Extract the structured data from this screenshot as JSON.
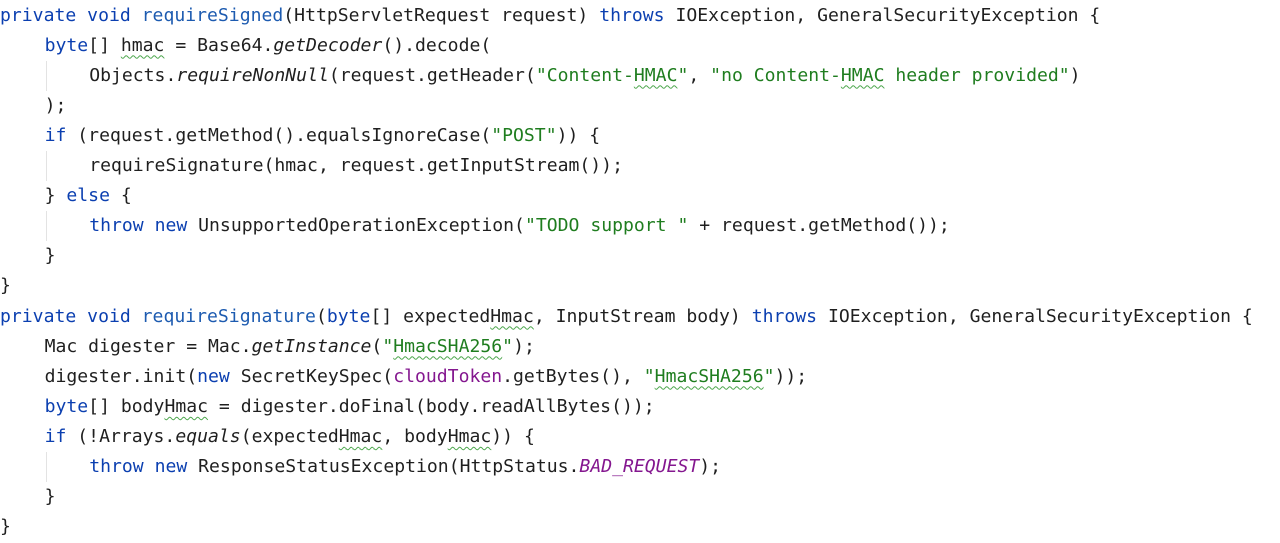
{
  "editor": {
    "language": "java",
    "colors": {
      "keyword": "#0b3fb0",
      "method_declaration": "#1d5bb0",
      "string": "#1f7d1f",
      "field": "#84178f",
      "text": "#1f1f1f",
      "background": "#ffffff",
      "typo_underline": "#4ca64c"
    },
    "lines": [
      {
        "indent": 0,
        "tokens": [
          {
            "t": "private",
            "c": "kw"
          },
          {
            "t": " "
          },
          {
            "t": "void",
            "c": "kw"
          },
          {
            "t": " "
          },
          {
            "t": "requireSigned",
            "c": "decl"
          },
          {
            "t": "(HttpServletRequest request) "
          },
          {
            "t": "throws",
            "c": "kw"
          },
          {
            "t": " IOException, GeneralSecurityException {"
          }
        ]
      },
      {
        "indent": 1,
        "tokens": [
          {
            "t": "byte",
            "c": "kw"
          },
          {
            "t": "[] "
          },
          {
            "t": "hmac",
            "typo": true
          },
          {
            "t": " = Base64."
          },
          {
            "t": "getDecoder",
            "c": "static"
          },
          {
            "t": "().decode("
          }
        ]
      },
      {
        "indent": 2,
        "tokens": [
          {
            "t": "Objects."
          },
          {
            "t": "requireNonNull",
            "c": "static"
          },
          {
            "t": "(request.getHeader("
          },
          {
            "t": "\"Content-",
            "c": "str"
          },
          {
            "t": "HMAC",
            "c": "str",
            "typo": true
          },
          {
            "t": "\"",
            "c": "str"
          },
          {
            "t": ", "
          },
          {
            "t": "\"no Content-",
            "c": "str"
          },
          {
            "t": "HMAC",
            "c": "str",
            "typo": true
          },
          {
            "t": " header provided\"",
            "c": "str"
          },
          {
            "t": ")"
          }
        ]
      },
      {
        "indent": 1,
        "tokens": [
          {
            "t": ");"
          }
        ]
      },
      {
        "indent": 1,
        "tokens": [
          {
            "t": "if",
            "c": "kw"
          },
          {
            "t": " (request.getMethod().equalsIgnoreCase("
          },
          {
            "t": "\"POST\"",
            "c": "str"
          },
          {
            "t": ")) {"
          }
        ]
      },
      {
        "indent": 2,
        "tokens": [
          {
            "t": "requireSignature(hmac, request.getInputStream());"
          }
        ]
      },
      {
        "indent": 1,
        "tokens": [
          {
            "t": "} "
          },
          {
            "t": "else",
            "c": "kw"
          },
          {
            "t": " {"
          }
        ]
      },
      {
        "indent": 2,
        "tokens": [
          {
            "t": "throw",
            "c": "kw"
          },
          {
            "t": " "
          },
          {
            "t": "new",
            "c": "kw"
          },
          {
            "t": " UnsupportedOperationException("
          },
          {
            "t": "\"TODO support \"",
            "c": "str"
          },
          {
            "t": " + request.getMethod());"
          }
        ]
      },
      {
        "indent": 1,
        "tokens": [
          {
            "t": "}"
          }
        ]
      },
      {
        "indent": 0,
        "tokens": [
          {
            "t": "}"
          }
        ]
      },
      {
        "indent": 0,
        "tokens": [
          {
            "t": "private",
            "c": "kw"
          },
          {
            "t": " "
          },
          {
            "t": "void",
            "c": "kw"
          },
          {
            "t": " "
          },
          {
            "t": "requireSignature",
            "c": "decl"
          },
          {
            "t": "("
          },
          {
            "t": "byte",
            "c": "kw"
          },
          {
            "t": "[] expected"
          },
          {
            "t": "Hmac",
            "typo": true
          },
          {
            "t": ", InputStream body) "
          },
          {
            "t": "throws",
            "c": "kw"
          },
          {
            "t": " IOException, GeneralSecurityException {"
          }
        ]
      },
      {
        "indent": 1,
        "tokens": [
          {
            "t": "Mac digester = Mac."
          },
          {
            "t": "getInstance",
            "c": "static"
          },
          {
            "t": "("
          },
          {
            "t": "\"",
            "c": "str"
          },
          {
            "t": "HmacSHA256",
            "c": "str",
            "typo": true
          },
          {
            "t": "\"",
            "c": "str"
          },
          {
            "t": ");"
          }
        ]
      },
      {
        "indent": 1,
        "tokens": [
          {
            "t": "digester.init("
          },
          {
            "t": "new",
            "c": "kw"
          },
          {
            "t": " SecretKeySpec("
          },
          {
            "t": "cloudToken",
            "c": "field"
          },
          {
            "t": ".getBytes(), "
          },
          {
            "t": "\"",
            "c": "str"
          },
          {
            "t": "HmacSHA256",
            "c": "str",
            "typo": true
          },
          {
            "t": "\"",
            "c": "str"
          },
          {
            "t": "));"
          }
        ]
      },
      {
        "indent": 1,
        "tokens": [
          {
            "t": "byte",
            "c": "kw"
          },
          {
            "t": "[] body"
          },
          {
            "t": "Hmac",
            "typo": true
          },
          {
            "t": " = digester.doFinal(body.readAllBytes());"
          }
        ]
      },
      {
        "indent": 1,
        "tokens": [
          {
            "t": "if",
            "c": "kw"
          },
          {
            "t": " (!Arrays."
          },
          {
            "t": "equals",
            "c": "static"
          },
          {
            "t": "(expected"
          },
          {
            "t": "Hmac",
            "typo": true
          },
          {
            "t": ", body"
          },
          {
            "t": "Hmac",
            "typo": true
          },
          {
            "t": ")) {"
          }
        ]
      },
      {
        "indent": 2,
        "tokens": [
          {
            "t": "throw",
            "c": "kw"
          },
          {
            "t": " "
          },
          {
            "t": "new",
            "c": "kw"
          },
          {
            "t": " ResponseStatusException(HttpStatus."
          },
          {
            "t": "BAD_REQUEST",
            "c": "const"
          },
          {
            "t": ");"
          }
        ]
      },
      {
        "indent": 1,
        "tokens": [
          {
            "t": "}"
          }
        ]
      },
      {
        "indent": 0,
        "tokens": [
          {
            "t": "}"
          }
        ]
      }
    ]
  }
}
